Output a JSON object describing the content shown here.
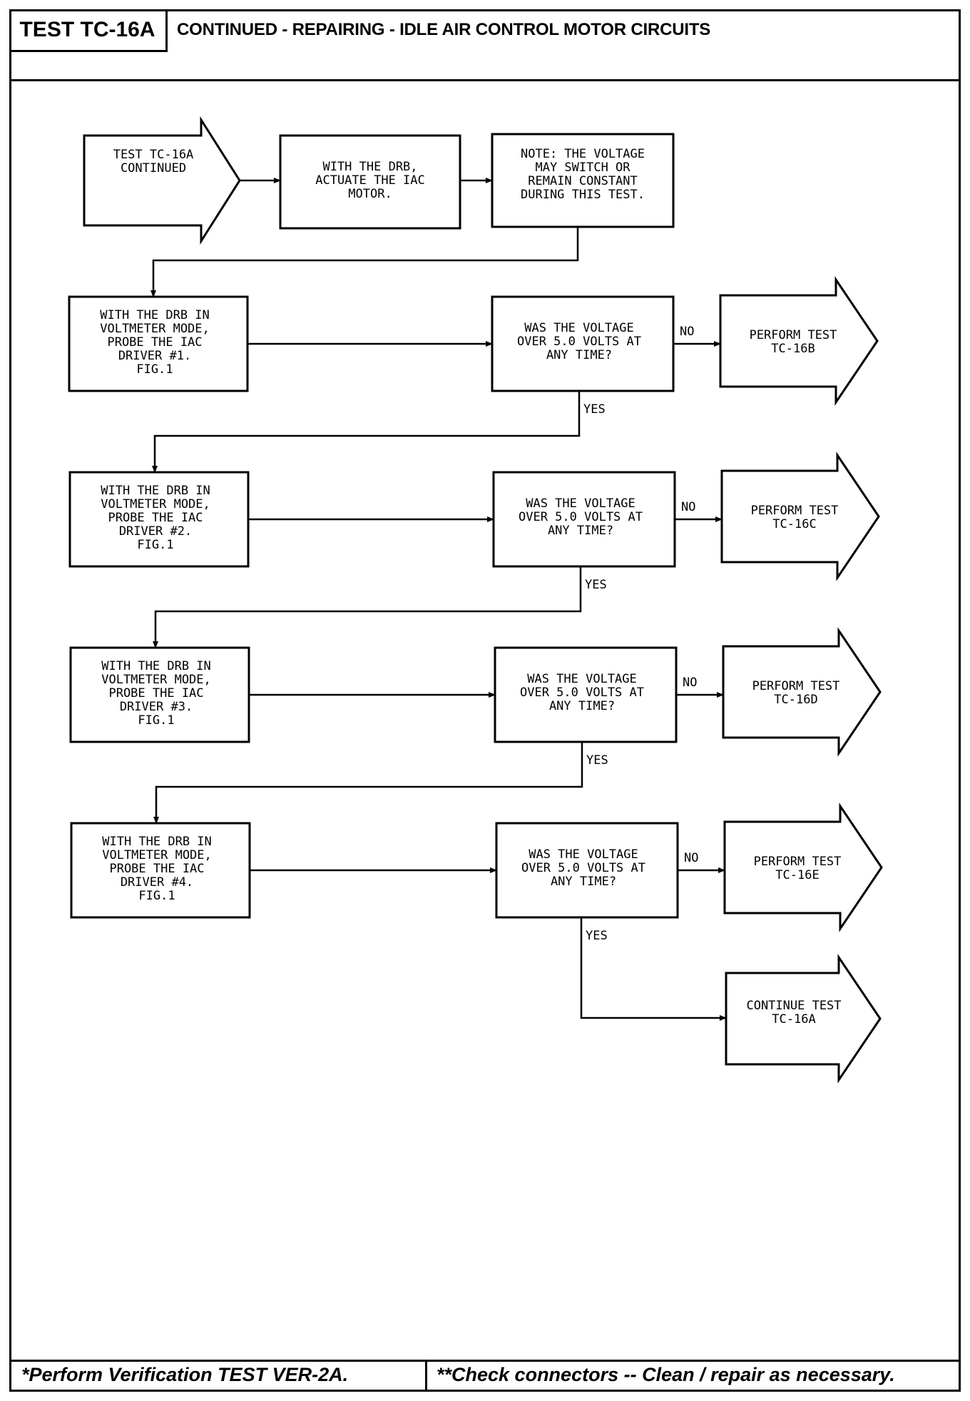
{
  "header": {
    "test_id": "TEST TC-16A",
    "title": "CONTINUED - REPAIRING - IDLE AIR CONTROL MOTOR CIRCUITS"
  },
  "footer": {
    "left": "*Perform Verification TEST VER-2A.",
    "right": "**Check connectors -- Clean / repair as necessary."
  },
  "flow": {
    "start": [
      "TEST TC-16A",
      "CONTINUED"
    ],
    "actuate": [
      "WITH THE DRB,",
      "ACTUATE THE IAC",
      "MOTOR."
    ],
    "note": [
      "NOTE: THE VOLTAGE",
      "MAY SWITCH OR",
      "REMAIN CONSTANT",
      "DURING THIS TEST."
    ],
    "probe_1": [
      "WITH THE DRB IN",
      "VOLTMETER MODE,",
      "PROBE THE IAC",
      "DRIVER #1.",
      "FIG.1"
    ],
    "probe_2": [
      "WITH THE DRB IN",
      "VOLTMETER MODE,",
      "PROBE THE IAC",
      "DRIVER #2.",
      "FIG.1"
    ],
    "probe_3": [
      "WITH THE DRB IN",
      "VOLTMETER MODE,",
      "PROBE THE IAC",
      "DRIVER #3.",
      "FIG.1"
    ],
    "probe_4": [
      "WITH THE DRB IN",
      "VOLTMETER MODE,",
      "PROBE THE IAC",
      "DRIVER #4.",
      "FIG.1"
    ],
    "question": [
      "WAS THE VOLTAGE",
      "OVER 5.0 VOLTS AT",
      "ANY TIME?"
    ],
    "no_label": "NO",
    "yes_label": "YES",
    "result_1": [
      "PERFORM TEST",
      "TC-16B"
    ],
    "result_2": [
      "PERFORM TEST",
      "TC-16C"
    ],
    "result_3": [
      "PERFORM TEST",
      "TC-16D"
    ],
    "result_4": [
      "PERFORM TEST",
      "TC-16E"
    ],
    "result_final": [
      "CONTINUE TEST",
      "TC-16A"
    ]
  },
  "colors": {
    "ink": "#000000",
    "paper": "#ffffff"
  }
}
